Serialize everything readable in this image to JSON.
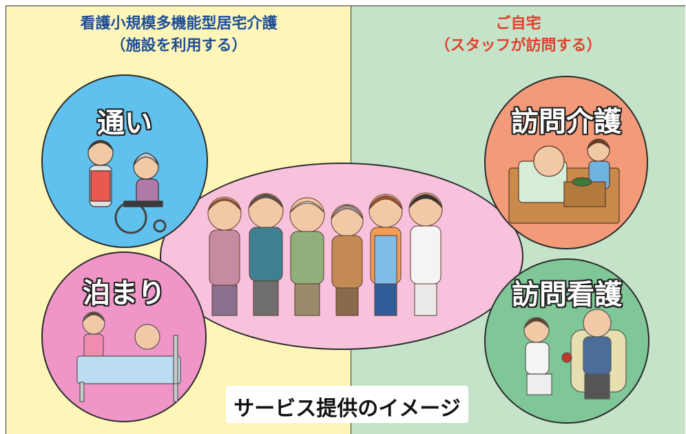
{
  "left_panel": {
    "title_line1": "看護小規模多機能型居宅介護",
    "title_line2": "（施設を利用する）"
  },
  "right_panel": {
    "title_line1": "ご自宅",
    "title_line2": "（スタッフが訪問する）"
  },
  "services": {
    "kayoi": "通い",
    "tomari": "泊まり",
    "houmon_kaigo": "訪問介護",
    "houmon_kango": "訪問看護"
  },
  "caption": "サービス提供のイメージ",
  "colors": {
    "left_bg": "#fdf6b8",
    "right_bg": "#c4e3c9",
    "kayoi": "#60c1ef",
    "tomari": "#f095c7",
    "houmon_kaigo": "#f39a79",
    "houmon_kango": "#7fc797",
    "center": "#f8c2dd",
    "left_title": "#1f4e96",
    "right_title": "#e2402c"
  }
}
